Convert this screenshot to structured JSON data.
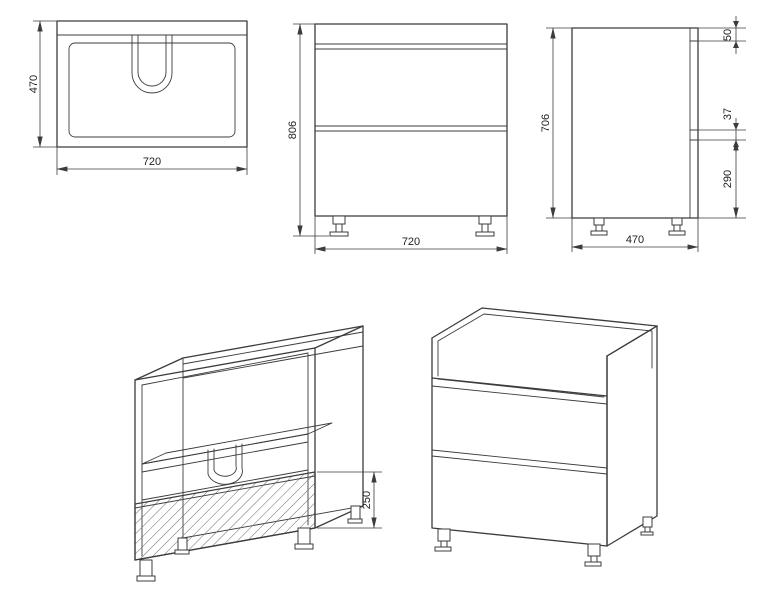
{
  "drawing": {
    "line_color": "#3c3c3c",
    "views": {
      "top": {
        "depth": "470",
        "width": "720"
      },
      "front": {
        "height": "806",
        "width": "720"
      },
      "side": {
        "height": "706",
        "depth": "470",
        "top_rail": "50",
        "drawer_gap": "37",
        "bottom_drawer": "290"
      },
      "iso_open": {
        "drawer_front": "250"
      }
    }
  }
}
